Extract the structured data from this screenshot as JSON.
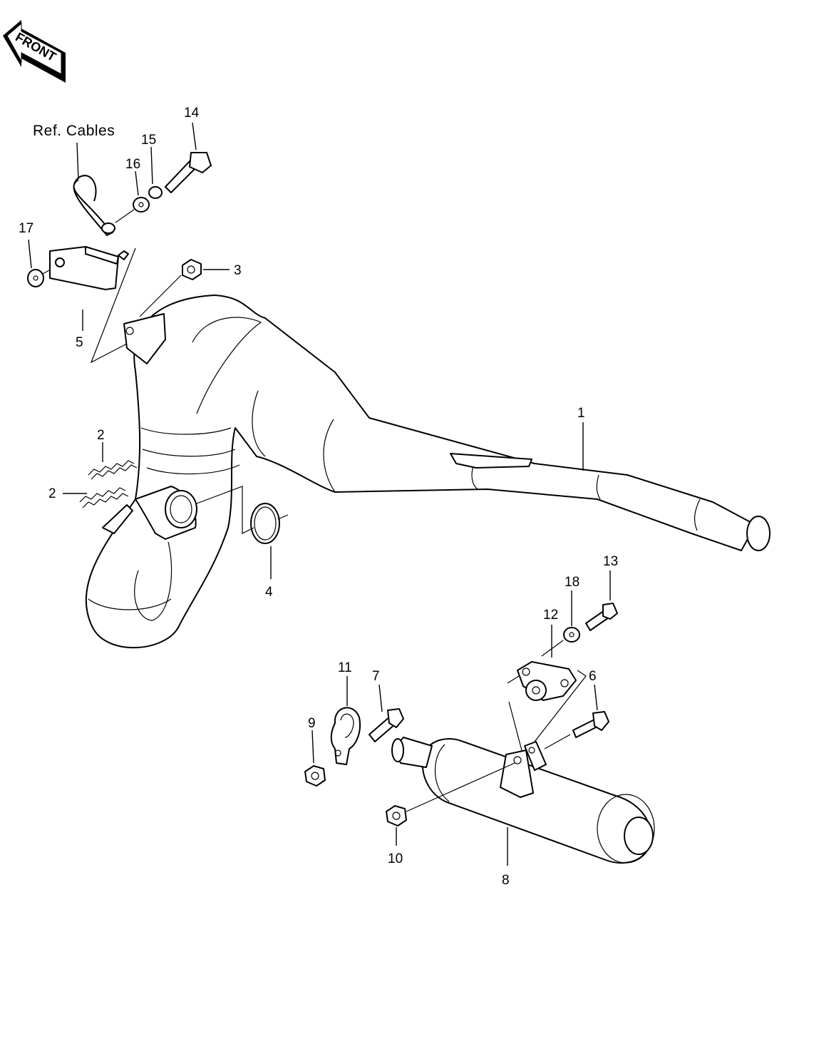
{
  "front_label": "FRONT",
  "ref_label": "Ref. Cables",
  "callouts": {
    "c1": "1",
    "c2a": "2",
    "c2b": "2",
    "c3": "3",
    "c4": "4",
    "c5": "5",
    "c6": "6",
    "c7": "7",
    "c8": "8",
    "c9": "9",
    "c10": "10",
    "c11": "11",
    "c12": "12",
    "c13": "13",
    "c14": "14",
    "c15": "15",
    "c16": "16",
    "c17": "17",
    "c18": "18"
  }
}
